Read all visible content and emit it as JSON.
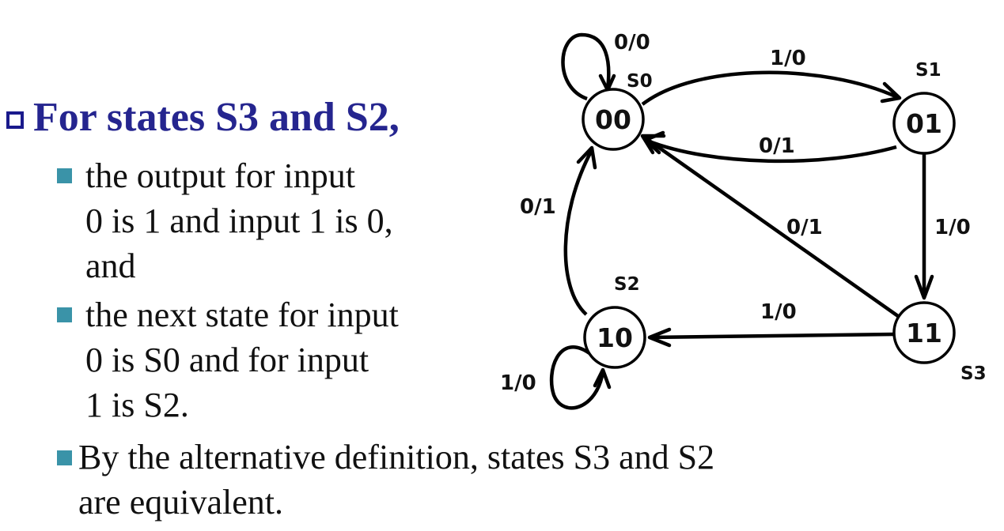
{
  "heading": "For states S3 and S2,",
  "bullets": [
    "the output for input\n0 is 1 and input 1 is 0,\nand",
    "the next state for input\n0 is S0 and for input\n1 is  S2.",
    " By the alternative definition, states S3 and S2\nare equivalent."
  ],
  "diagram": {
    "states": [
      {
        "code": "00",
        "name": "S0"
      },
      {
        "code": "01",
        "name": "S1"
      },
      {
        "code": "10",
        "name": "S2"
      },
      {
        "code": "11",
        "name": "S3"
      }
    ],
    "edges": [
      {
        "from": "S0",
        "to": "S0",
        "label": "0/0"
      },
      {
        "from": "S0",
        "to": "S1",
        "label": "1/0"
      },
      {
        "from": "S1",
        "to": "S0",
        "label": "0/1"
      },
      {
        "from": "S1",
        "to": "S3",
        "label": "1/0"
      },
      {
        "from": "S3",
        "to": "S0",
        "label": "0/1"
      },
      {
        "from": "S3",
        "to": "S2",
        "label": "1/0"
      },
      {
        "from": "S2",
        "to": "S0",
        "label": "0/1"
      },
      {
        "from": "S2",
        "to": "S2",
        "label": "1/0"
      }
    ]
  }
}
